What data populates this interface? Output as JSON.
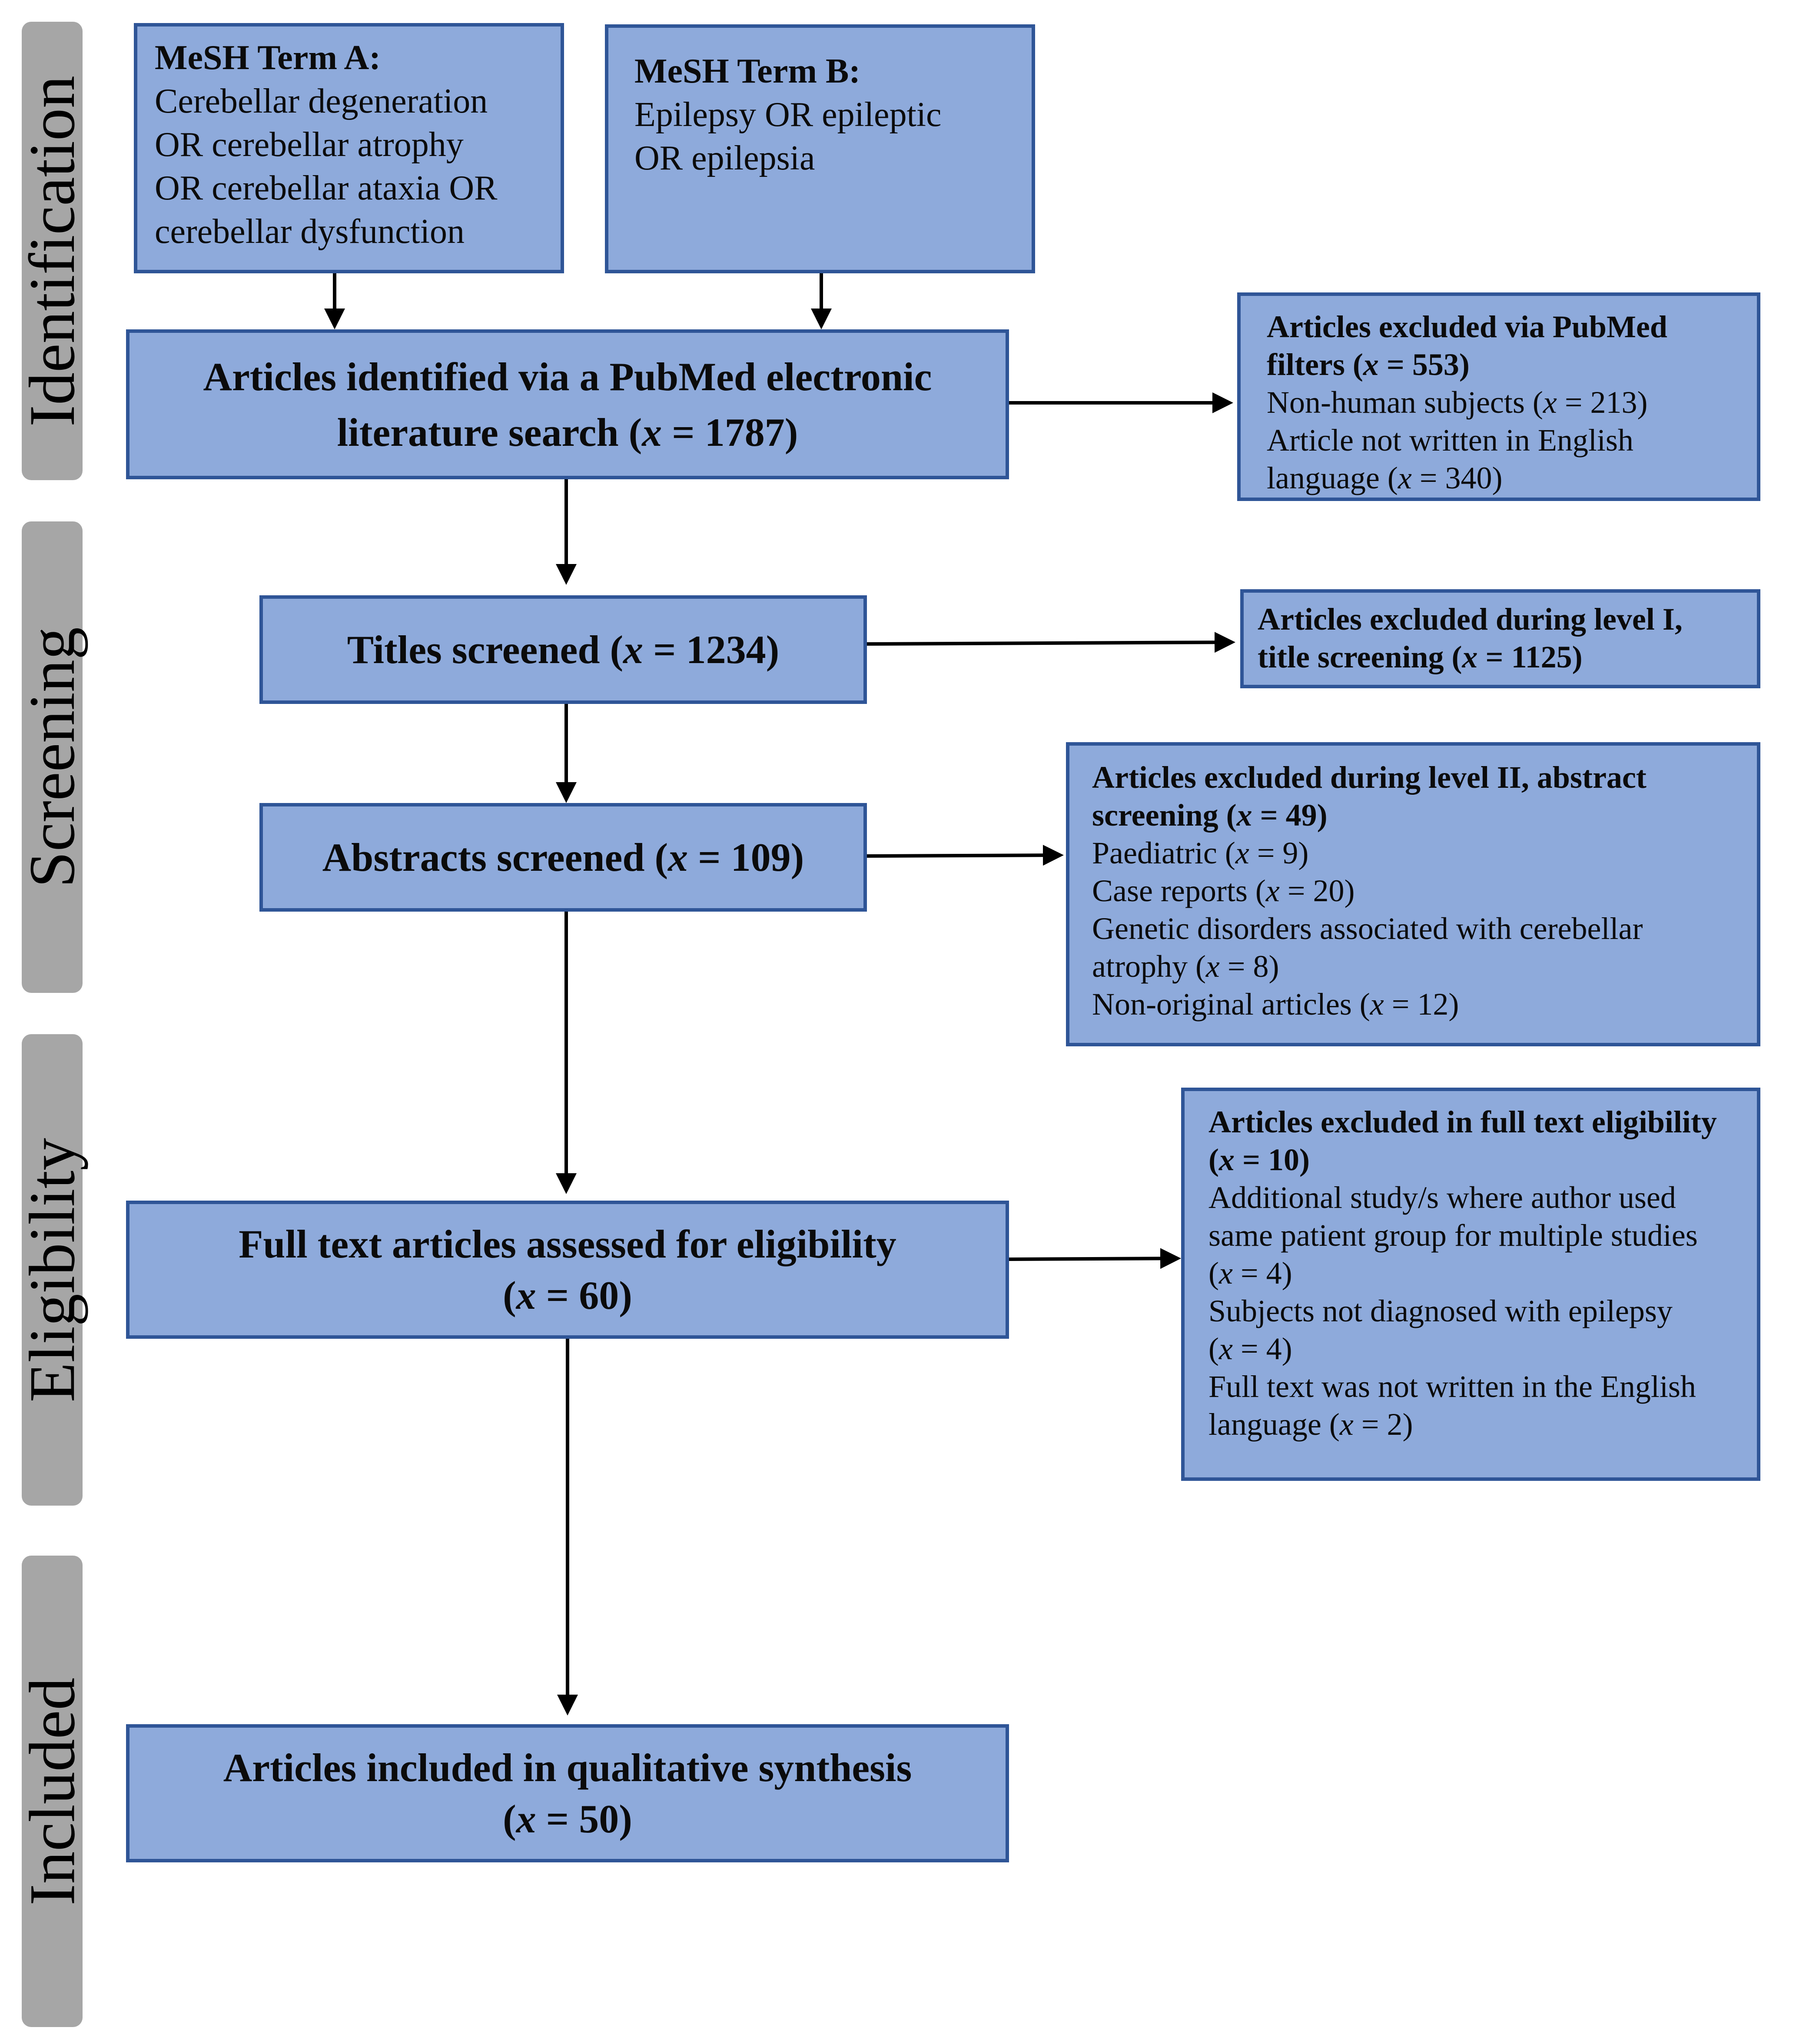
{
  "stages": [
    {
      "label": "Identification"
    },
    {
      "label": "Screening"
    },
    {
      "label": "Eligibility"
    },
    {
      "label": "Included"
    }
  ],
  "mesh_a": {
    "title": "MeSH Term A:",
    "lines": [
      "Cerebellar degeneration",
      "OR cerebellar atrophy",
      "OR cerebellar ataxia OR",
      "cerebellar dysfunction"
    ]
  },
  "mesh_b": {
    "title": "MeSH Term B:",
    "lines": [
      "Epilepsy OR epileptic",
      "OR epilepsia"
    ]
  },
  "identified": {
    "line1": "Articles identified via a PubMed electronic",
    "line2_prefix": "literature search (",
    "var": "x",
    "eq": " = ",
    "count": "1787",
    "close": ")"
  },
  "titles": {
    "prefix": "Titles screened (",
    "var": "x",
    "eq": " = ",
    "count": "1234",
    "close": ")"
  },
  "abstracts": {
    "prefix": "Abstracts screened (",
    "var": "x",
    "eq": " = ",
    "count": "109",
    "close": ")"
  },
  "fulltext": {
    "line1": "Full text articles assessed for eligibility",
    "open": "(",
    "var": "x",
    "eq": " = ",
    "count": "60",
    "close": ")"
  },
  "included": {
    "line1": "Articles included in qualitative synthesis",
    "open": "(",
    "var": "x",
    "eq": " = ",
    "count": "50",
    "close": ")"
  },
  "excl_pubmed": {
    "title1": "Articles excluded via PubMed",
    "title2_prefix": "filters (",
    "title2_var": "x",
    "title2_eq": " = ",
    "title2_count": "553",
    "title2_close": ")",
    "r1_prefix": "Non-human subjects (",
    "r1_var": "x",
    "r1_eq": " = ",
    "r1_count": "213",
    "r1_close": ")",
    "r2_line1": "Article not written in English",
    "r2_prefix": "language (",
    "r2_var": "x",
    "r2_eq": " = ",
    "r2_count": "340",
    "r2_close": ")"
  },
  "excl_title": {
    "line1": "Articles excluded during level I,",
    "line2_prefix": "title screening (",
    "var": "x",
    "eq": " = ",
    "count": "1125",
    "close": ")"
  },
  "excl_abstract": {
    "title1": "Articles excluded during level II, abstract",
    "title2_prefix": "screening (",
    "title2_var": "x",
    "title2_eq": " = ",
    "title2_count": "49",
    "title2_close": ")",
    "r1_prefix": "Paediatric (",
    "r1_var": "x",
    "r1_eq": " = ",
    "r1_count": "9",
    "r1_close": ")",
    "r2_prefix": "Case reports (",
    "r2_var": "x",
    "r2_eq": " = ",
    "r2_count": "20",
    "r2_close": ")",
    "r3_line1": "Genetic disorders associated with cerebellar",
    "r3_prefix": "atrophy (",
    "r3_var": "x",
    "r3_eq": " = ",
    "r3_count": "8",
    "r3_close": ")",
    "r4_prefix": "Non-original articles (",
    "r4_var": "x",
    "r4_eq": " = ",
    "r4_count": "12",
    "r4_close": ")"
  },
  "excl_fulltext": {
    "title1": "Articles excluded in full text eligibility",
    "title2_open": "(",
    "title2_var": "x",
    "title2_eq": " = ",
    "title2_count": "10",
    "title2_close": ")",
    "r1_line1": "Additional study/s where author used",
    "r1_line2": "same patient group for multiple studies",
    "r1_open": "(",
    "r1_var": "x",
    "r1_eq": " = ",
    "r1_count": "4",
    "r1_close": ")",
    "r2_line1": "Subjects not diagnosed with epilepsy",
    "r2_open": "(",
    "r2_var": "x",
    "r2_eq": " = ",
    "r2_count": "4",
    "r2_close": ")",
    "r3_line1": "Full text was not written in the English",
    "r3_prefix": "language (",
    "r3_var": "x",
    "r3_eq": " = ",
    "r3_count": "2",
    "r3_close": ")"
  },
  "colors": {
    "box_fill": "#8eaadb",
    "box_border": "#2f5597",
    "stage_fill": "#a6a6a6",
    "arrow": "#000000"
  }
}
